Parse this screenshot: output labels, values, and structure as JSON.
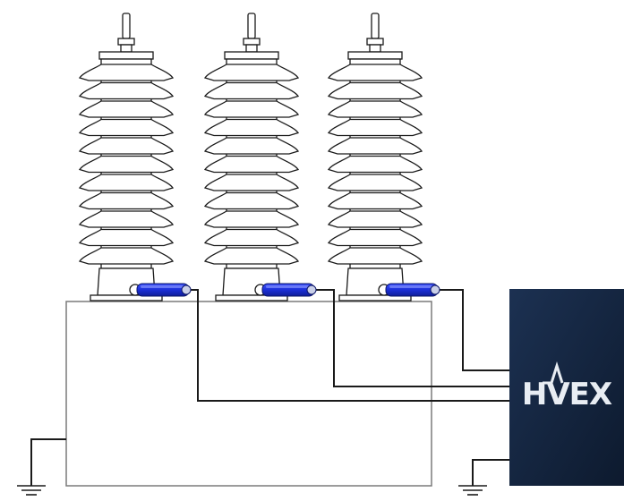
{
  "diagram": {
    "brand": {
      "logo_text": "HVEX",
      "panel_color": "#13243d",
      "logo_color": "#e8edf3"
    },
    "colors": {
      "insulator_fill": "#ffffff",
      "insulator_stroke": "#1a1a1a",
      "sensor_fill": "#1b2fd6",
      "sensor_highlight": "#8f9cff",
      "wire": "#1a1a1a",
      "tank_stroke": "#7a7a7a"
    },
    "components": {
      "bushings": [
        "bushing-1",
        "bushing-2",
        "bushing-3"
      ],
      "sensors": [
        "sensor-1",
        "sensor-2",
        "sensor-3"
      ],
      "grounds": [
        "ground-tank",
        "ground-instrument"
      ]
    }
  }
}
